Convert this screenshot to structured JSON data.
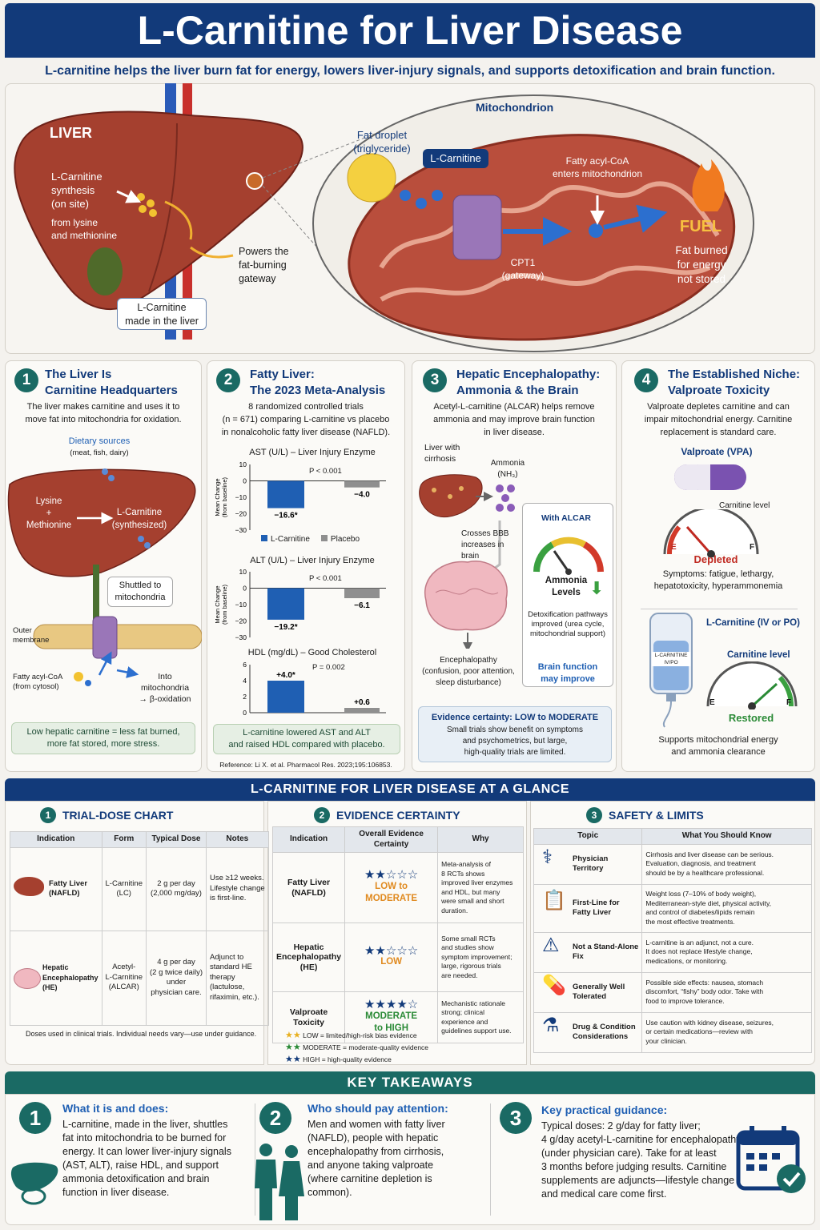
{
  "header": {
    "title": "L-Carnitine for Liver Disease",
    "subtitle": "L-carnitine helps the liver burn fat for energy, lowers liver-injury signals, and supports detoxification and brain function."
  },
  "hero": {
    "liver_label": "LIVER",
    "synthesis": "L-Carnitine\nsynthesis\n(on site)",
    "synthesis_from": "from lysine\nand methionine",
    "powers": "Powers the\nfat-burning\ngateway",
    "made_in_liver": "L-Carnitine\nmade in the liver",
    "mitochondrion": "Mitochondrion",
    "fat_droplet": "Fat droplet\n(triglyceride)",
    "lcarnitine_tag": "L-Carnitine",
    "fatty_acyl": "Fatty acyl-CoA\nenters mitochondrion",
    "cpt1": "CPT1\n(gateway)",
    "fuel": "FUEL",
    "fuel_desc": "Fat burned\nfor energy\nnot stored"
  },
  "panels": [
    {
      "num": "1",
      "title": "The Liver Is\nCarnitine Headquarters",
      "desc": "The liver makes carnitine and uses it to\nmove fat into mitochondria for oxidation.",
      "dietary": "Dietary sources",
      "dietary_sub": "(meat, fish, dairy)",
      "lysine": "Lysine\n+\nMethionine",
      "synth": "L-Carnitine\n(synthesized)",
      "shuttled": "Shuttled to\nmitochondria",
      "outer": "Outer\nmembrane",
      "fatty": "Fatty acyl-CoA\n(from cytosol)",
      "into": "Into\nmitochondria\n→ β-oxidation",
      "note": "Low hepatic carnitine = less fat burned,\nmore fat stored, more stress."
    },
    {
      "num": "2",
      "title": "Fatty Liver:\nThe 2023 Meta-Analysis",
      "desc": "8 randomized controlled trials\n(n = 671) comparing L-carnitine vs placebo\nin nonalcoholic fatty liver disease (NAFLD).",
      "note": "L-carnitine lowered AST and ALT\nand raised HDL compared with placebo.",
      "reference": "Reference: Li X. et al. Pharmacol Res. 2023;195:106853."
    },
    {
      "num": "3",
      "title": "Hepatic Encephalopathy:\nAmmonia & the Brain",
      "desc": "Acetyl-L-carnitine (ALCAR) helps remove\nammonia and may improve brain function\nin liver disease.",
      "liver_cirrhosis": "Liver with\ncirrhosis",
      "ammonia": "Ammonia\n(NH₃)",
      "crosses": "Crosses BBB\nincreases in\nbrain",
      "encephalopathy": "Encephalopathy\n(confusion, poor attention,\nsleep disturbance)",
      "with_alcar": "With ALCAR",
      "ammonia_levels": "Ammonia\nLevels",
      "detox": "Detoxification pathways\nimproved (urea cycle,\nmitochondrial support)",
      "brain": "Brain function\nmay improve",
      "evidence_title": "Evidence certainty: LOW to MODERATE",
      "evidence_desc": "Small trials show benefit on symptoms\nand psychometrics, but large,\nhigh-quality trials are limited."
    },
    {
      "num": "4",
      "title": "The Established Niche:\nValproate Toxicity",
      "desc": "Valproate depletes carnitine and can\nimpair mitochondrial energy. Carnitine\nreplacement is standard care.",
      "vpa": "Valproate (VPA)",
      "carnitine_level": "Carnitine level",
      "depleted": "Depleted",
      "symptoms": "Symptoms: fatigue, lethargy,\nhepatotoxicity, hyperammonemia",
      "lc_ivpo": "L-Carnitine (IV or PO)",
      "bag_label": "L-CARNITINE\nIV/PO",
      "carnitine_level2": "Carnitine level",
      "restored": "Restored",
      "supports": "Supports mitochondrial energy\nand ammonia clearance",
      "gauge_e": "E",
      "gauge_f": "F"
    }
  ],
  "chart_data": [
    {
      "type": "bar",
      "title": "AST (U/L) – Liver Injury Enzyme",
      "ylabel": "Mean Change\n(from baseline)",
      "categories": [
        "L-Carnitine",
        "Placebo"
      ],
      "values": [
        -16.6,
        -4.0
      ],
      "labels": [
        "−16.6*",
        "−4.0"
      ],
      "ylim": [
        -30,
        10
      ],
      "yticks": [
        "10",
        "0",
        "−10",
        "−20",
        "−30"
      ],
      "pvalue": "P < 0.001",
      "legend": [
        "L-Carnitine",
        "Placebo"
      ]
    },
    {
      "type": "bar",
      "title": "ALT (U/L) – Liver Injury Enzyme",
      "ylabel": "Mean Change\n(from baseline)",
      "categories": [
        "L-Carnitine",
        "Placebo"
      ],
      "values": [
        -19.2,
        -6.1
      ],
      "labels": [
        "−19.2*",
        "−6.1"
      ],
      "ylim": [
        -30,
        10
      ],
      "yticks": [
        "10",
        "0",
        "−10",
        "−20",
        "−30"
      ],
      "pvalue": "P < 0.001"
    },
    {
      "type": "bar",
      "title": "HDL (mg/dL) – Good Cholesterol",
      "categories": [
        "L-Carnitine",
        "Placebo"
      ],
      "values": [
        4.0,
        0.6
      ],
      "labels": [
        "+4.0*",
        "+0.6"
      ],
      "ylim": [
        0,
        6
      ],
      "yticks": [
        "6",
        "4",
        "2",
        "0"
      ],
      "pvalue": "P = 0.002"
    }
  ],
  "glance": {
    "title": "L-CARNITINE FOR LIVER DISEASE AT A GLANCE",
    "dose": {
      "num": "1",
      "title": "TRIAL-DOSE CHART",
      "headers": [
        "Indication",
        "Form",
        "Typical Dose",
        "Notes"
      ],
      "rows": [
        [
          "Fatty Liver\n(NAFLD)",
          "L-Carnitine\n(LC)",
          "2 g per day\n(2,000 mg/day)",
          "Use ≥12 weeks.\nLifestyle change\nis first-line."
        ],
        [
          "Hepatic\nEncephalopathy\n(HE)",
          "Acetyl-\nL-Carnitine\n(ALCAR)",
          "4 g per day\n(2 g twice daily)\nunder\nphysician care.",
          "Adjunct to\nstandard HE\ntherapy\n(lactulose,\nrifaximin, etc.)."
        ]
      ],
      "footnote": "Doses used in clinical trials. Individual needs vary—use under guidance."
    },
    "evidence": {
      "num": "2",
      "title": "EVIDENCE CERTAINTY",
      "headers": [
        "Indication",
        "Overall Evidence\nCertainty",
        "Why"
      ],
      "rows": [
        {
          "ind": "Fatty Liver\n(NAFLD)",
          "stars": "★★☆☆☆",
          "level": "LOW to\nMODERATE",
          "why": "Meta-analysis of\n8 RCTs shows\nimproved liver enzymes\nand HDL, but many\nwere small and short\nduration."
        },
        {
          "ind": "Hepatic\nEncephalopathy\n(HE)",
          "stars": "★★☆☆☆",
          "level": "LOW",
          "why": "Some small RCTs\nand studies show\nsymptom improvement;\nlarge, rigorous trials\nare needed."
        },
        {
          "ind": "Valproate\nToxicity",
          "stars": "★★★★☆",
          "level": "MODERATE\nto HIGH",
          "why": "Mechanistic rationale\nstrong; clinical\nexperience and\nguidelines support use."
        }
      ],
      "legend": [
        {
          "stars": "★★",
          "text": "LOW = limited/high-risk bias evidence"
        },
        {
          "stars": "★★",
          "text": "MODERATE = moderate-quality evidence"
        },
        {
          "stars": "★★",
          "text": "HIGH = high-quality evidence"
        }
      ]
    },
    "safety": {
      "num": "3",
      "title": "SAFETY & LIMITS",
      "headers": [
        "Topic",
        "What You Should Know"
      ],
      "rows": [
        {
          "icon": "physician-icon",
          "topic": "Physician\nTerritory",
          "text": "Cirrhosis and liver disease can be serious.\nEvaluation, diagnosis, and treatment\nshould be by a healthcare professional."
        },
        {
          "icon": "clipboard-icon",
          "topic": "First-Line for\nFatty Liver",
          "text": "Weight loss (7–10% of body weight),\nMediterranean-style diet, physical activity,\nand control of diabetes/lipids remain\nthe most effective treatments."
        },
        {
          "icon": "warning-icon",
          "topic": "Not a Stand-Alone\nFix",
          "text": "L-carnitine is an adjunct, not a cure.\nIt does not replace lifestyle change,\nmedications, or monitoring."
        },
        {
          "icon": "pill-icon",
          "topic": "Generally Well\nTolerated",
          "text": "Possible side effects: nausea, stomach\ndiscomfort, “fishy” body odor. Take with\nfood to improve tolerance."
        },
        {
          "icon": "flask-icon",
          "topic": "Drug & Condition\nConsiderations",
          "text": "Use caution with kidney disease, seizures,\nor certain medications—review with\nyour clinician."
        }
      ]
    }
  },
  "takeaways": {
    "title": "KEY TAKEAWAYS",
    "items": [
      {
        "num": "1",
        "title": "What it is and does:",
        "text": "L-carnitine, made in the liver, shuttles\nfat into mitochondria to be burned for\nenergy. It can lower liver-injury signals\n(AST, ALT), raise HDL, and support\nammonia detoxification and brain\nfunction in liver disease."
      },
      {
        "num": "2",
        "title": "Who should pay attention:",
        "text": "Men and women with fatty liver\n(NAFLD), people with hepatic\nencephalopathy from cirrhosis,\nand anyone taking valproate\n(where carnitine depletion is\ncommon)."
      },
      {
        "num": "3",
        "title": "Key practical guidance:",
        "text": "Typical doses: 2 g/day for fatty liver;\n4 g/day acetyl-L-carnitine for encephalopathy\n(under physician care). Take for at least\n3 months before judging results. Carnitine\nsupplements are adjuncts—lifestyle change\nand medical care come first."
      }
    ]
  },
  "colors": {
    "navy": "#123a7a",
    "teal": "#1a6a64",
    "blue": "#1f5fb3",
    "placebo": "#8f8f8f",
    "liver": "#9a3a2c"
  }
}
